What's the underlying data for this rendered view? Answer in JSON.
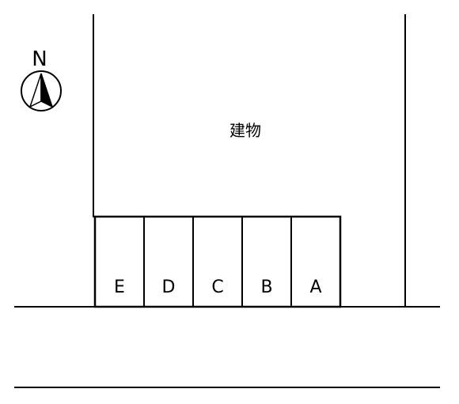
{
  "compass": {
    "north_label": "N",
    "icon": "north-arrow-icon"
  },
  "building": {
    "label": "建物"
  },
  "parking": {
    "spaces": [
      {
        "label": "E"
      },
      {
        "label": "D"
      },
      {
        "label": "C"
      },
      {
        "label": "B"
      },
      {
        "label": "A"
      }
    ]
  },
  "colors": {
    "line": "#000000",
    "background": "#ffffff"
  }
}
